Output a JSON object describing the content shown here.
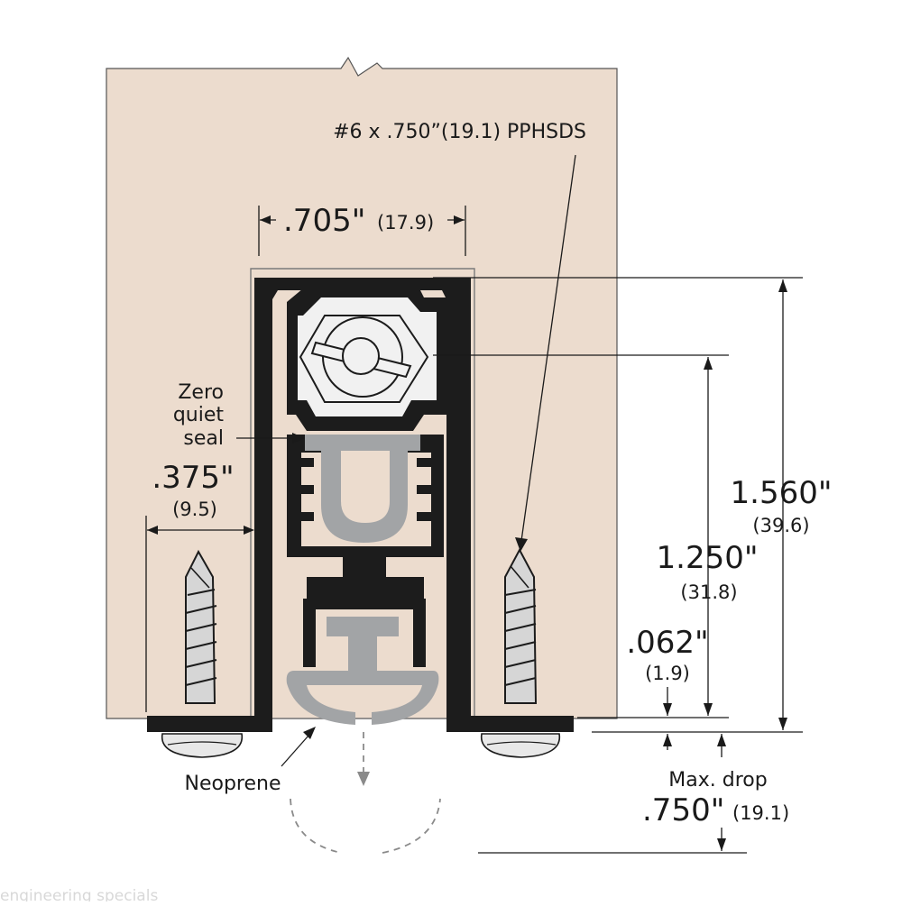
{
  "diagram": {
    "colors": {
      "door": "#ecdcce",
      "profile": "#1c1c1c",
      "seal": "#a2a4a6",
      "screw": "#d6d6d6",
      "text": "#1a1a1a"
    },
    "labels": {
      "screw_spec": "#6 x .750”(19.1) PPHSDS",
      "zero_line1": "Zero",
      "zero_line2": "quiet",
      "zero_line3": "seal",
      "neoprene": "Neoprene",
      "max_drop": "Max. drop",
      "footer": "engineering specials"
    },
    "dimensions": {
      "width_in": ".705\"",
      "width_mm": "(17.9)",
      "offset_in": ".375\"",
      "offset_mm": "(9.5)",
      "overall_in": "1.560\"",
      "overall_mm": "(39.6)",
      "mid_in": "1.250\"",
      "mid_mm": "(31.8)",
      "flange_in": ".062\"",
      "flange_mm": "(1.9)",
      "drop_in": ".750\"",
      "drop_mm": "(19.1)"
    }
  }
}
